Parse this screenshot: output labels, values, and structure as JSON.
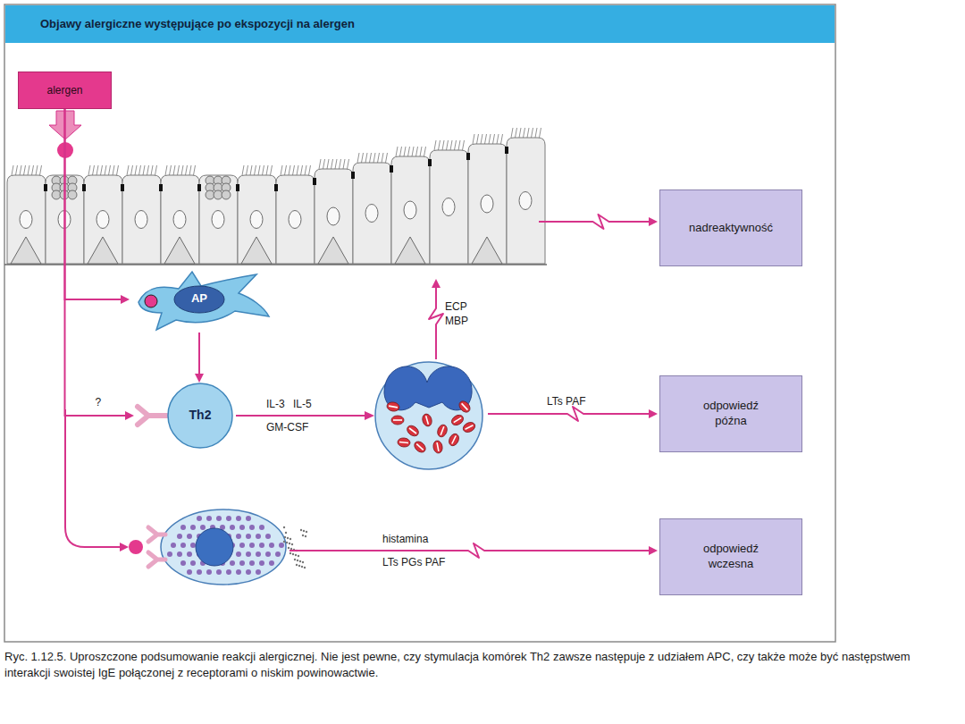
{
  "diagram": {
    "title": "Objawy alergiczne występujące po ekspozycji na alergen",
    "caption": "Ryc. 1.12.5. Uproszczone podsumowanie reakcji alergicznej. Nie jest pewne, czy stymulacja komórek Th2 zawsze następuje z udziałem APC, czy także może być następstwem interakcji swoistej IgE połączonej z receptorami o niskim powinowactwie.",
    "nodes": [
      {
        "text": [
          "alergen"
        ]
      },
      {
        "text": [
          "AP"
        ]
      },
      {
        "text": [
          "nadreaktywność"
        ]
      },
      {
        "text": [
          "Th2"
        ]
      },
      {
        "text": [
          "odpowiedź późna"
        ]
      },
      {
        "text": [
          "odpowiedź wczesna"
        ]
      }
    ],
    "edges": [
      {
        "from": 0,
        "to": 1,
        "arrow": "to"
      },
      {
        "from": 0,
        "to": 3,
        "arrow": "to",
        "label": "?"
      },
      {
        "from": 1,
        "to": 3,
        "arrow": "to"
      }
    ],
    "labels": [
      "ECP",
      "MBP",
      "IL-3 IL-5",
      "GM-CSF",
      "LTs PAF",
      "histamina",
      "LTs PGs PAF"
    ]
  }
}
